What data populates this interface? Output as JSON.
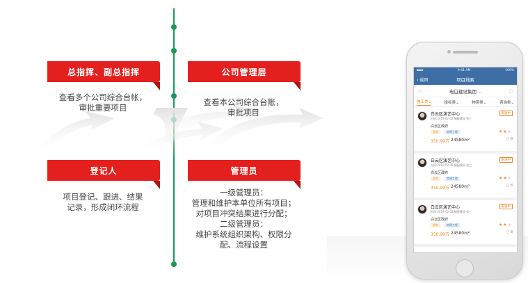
{
  "roles": {
    "chief": {
      "title": "总指挥、副总指挥",
      "description": "查看多个公司综合台帐，\n审批重要项目"
    },
    "company_mgmt": {
      "title": "公司管理层",
      "description": "查看本公司综合台账，\n审批项目"
    },
    "registrar": {
      "title": "登记人",
      "description": "项目登记、跟进、结果\n记录，形成闭环流程"
    },
    "admin": {
      "title": "管理员",
      "description": "一级管理员：\n管理和维护本单位所有项目；\n对项目冲突结果进行分配；\n二级管理员：\n维护系统组织架构、权限分\n配、流程设置"
    }
  },
  "phone": {
    "status": {
      "time": "9:41 AM",
      "battery": "100%"
    },
    "nav": {
      "back": "返回",
      "title": "项目线索"
    },
    "company": "电白建设集团",
    "tabs": [
      "施工类",
      "投标类",
      "物资类",
      "咨询类"
    ],
    "cards": [
      {
        "title": "白云区演艺中心",
        "tag": "跟进中",
        "meta": "时间:2019-02-02  情报建设-张三",
        "org": "白云区政府",
        "chip1": "总包",
        "chip2": "房建工程",
        "amount": "350.99万",
        "area": "24580m²",
        "comments": "8",
        "stars": 2
      },
      {
        "title": "白云区演艺中心",
        "tag": "跟进中",
        "meta": "时间:2019-02-02  情报建设-张三",
        "org": "白云区政府",
        "chip1": "总包",
        "chip2": "房建工程",
        "amount": "350.99万",
        "area": "24580m²",
        "comments": "8",
        "stars": 2
      },
      {
        "title": "白云区演艺中心",
        "tag": "跟进中",
        "meta": "时间:2019-02-02  情报建设-张三",
        "org": "白云区政府",
        "chip1": "总包",
        "chip2": "房建工程",
        "amount": "350.99万",
        "area": "24580m²",
        "comments": "8",
        "stars": 2
      }
    ]
  },
  "colors": {
    "accent_red": "#e4201e",
    "timeline_green": "#1a9a5a",
    "phone_blue": "#3d6ea6",
    "orange": "#e88a20"
  }
}
